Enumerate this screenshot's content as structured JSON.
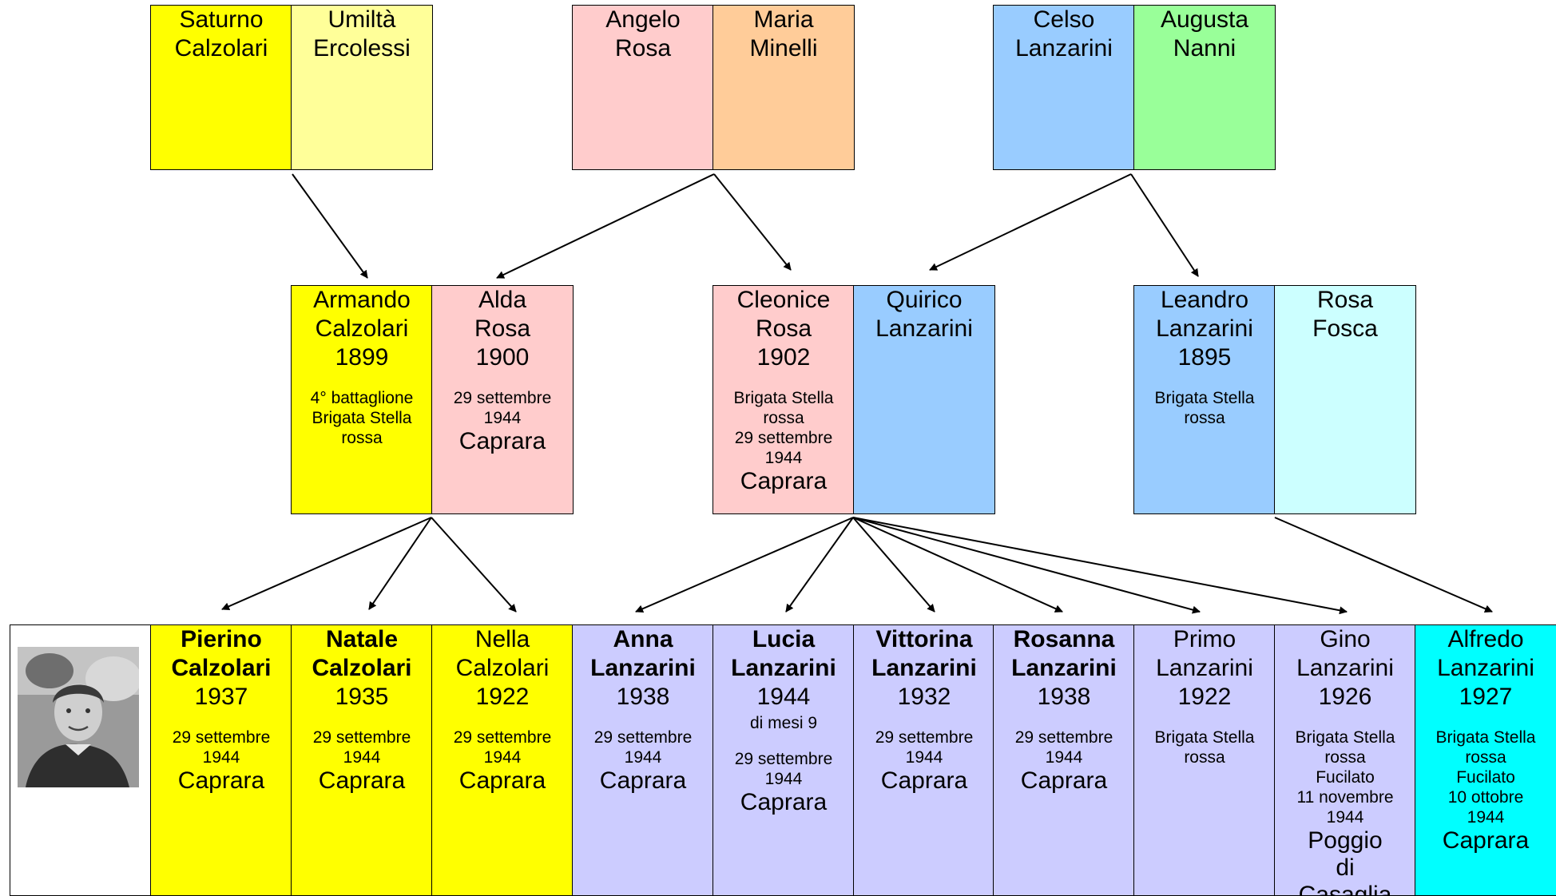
{
  "colors": {
    "yellow": "#ffff00",
    "light_yellow": "#ffff99",
    "pink": "#ffcccc",
    "peach": "#ffcc99",
    "blue": "#99ccff",
    "green": "#99ff99",
    "light_cyan": "#ccffff",
    "lavender": "#ccccff",
    "cyan": "#00ffff"
  },
  "grandparents": [
    {
      "first": "Saturno",
      "last": "Calzolari"
    },
    {
      "first": "Umiltà",
      "last": "Ercolessi"
    },
    {
      "first": "Angelo",
      "last": "Rosa"
    },
    {
      "first": "Maria",
      "last": "Minelli"
    },
    {
      "first": "Celso",
      "last": "Lanzarini"
    },
    {
      "first": "Augusta",
      "last": "Nanni"
    }
  ],
  "parents": [
    {
      "first": "Armando",
      "last": "Calzolari",
      "year": "1899",
      "note": [
        "4° battaglione",
        "Brigata Stella",
        "rossa"
      ]
    },
    {
      "first": "Alda",
      "last": "Rosa",
      "year": "1900",
      "date": [
        "29 settembre",
        "1944"
      ],
      "place": "Caprara"
    },
    {
      "first": "Cleonice",
      "last": "Rosa",
      "year": "1902",
      "note": [
        "Brigata Stella",
        "rossa"
      ],
      "date": [
        "29 settembre",
        "1944"
      ],
      "place": "Caprara"
    },
    {
      "first": "Quirico",
      "last": "Lanzarini"
    },
    {
      "first": "Leandro",
      "last": "Lanzarini",
      "year": "1895",
      "note": [
        "Brigata Stella",
        "rossa"
      ]
    },
    {
      "first": "Rosa",
      "last": "Fosca"
    }
  ],
  "children": [
    {
      "first": "Pierino",
      "last": "Calzolari",
      "year": "1937",
      "date": [
        "29 settembre",
        "1944"
      ],
      "place": "Caprara"
    },
    {
      "first": "Natale",
      "last": "Calzolari",
      "year": "1935",
      "date": [
        "29 settembre",
        "1944"
      ],
      "place": "Caprara"
    },
    {
      "first": "Nella",
      "last": "Calzolari",
      "year": "1922",
      "date": [
        "29 settembre",
        "1944"
      ],
      "place": "Caprara"
    },
    {
      "first": "Anna",
      "last": "Lanzarini",
      "year": "1938",
      "date": [
        "29 settembre",
        "1944"
      ],
      "place": "Caprara"
    },
    {
      "first": "Lucia",
      "last": "Lanzarini",
      "year": "1944",
      "age": "di mesi 9",
      "date": [
        "29 settembre",
        "1944"
      ],
      "place": "Caprara"
    },
    {
      "first": "Vittorina",
      "last": "Lanzarini",
      "year": "1932",
      "date": [
        "29 settembre",
        "1944"
      ],
      "place": "Caprara"
    },
    {
      "first": "Rosanna",
      "last": "Lanzarini",
      "year": "1938",
      "date": [
        "29 settembre",
        "1944"
      ],
      "place": "Caprara"
    },
    {
      "first": "Primo",
      "last": "Lanzarini",
      "year": "1922",
      "note": [
        "Brigata Stella",
        "rossa"
      ]
    },
    {
      "first": "Gino",
      "last": "Lanzarini",
      "year": "1926",
      "note": [
        "Brigata Stella",
        "rossa"
      ],
      "fate": "Fucilato",
      "date": [
        "11 novembre",
        "1944"
      ],
      "place": "Poggio di Casaglia"
    },
    {
      "first": "Alfredo",
      "last": "Lanzarini",
      "year": "1927",
      "note": [
        "Brigata Stella",
        "rossa"
      ],
      "fate": "Fucilato",
      "date": [
        "10 ottobre",
        "1944"
      ],
      "place": "Caprara"
    }
  ]
}
